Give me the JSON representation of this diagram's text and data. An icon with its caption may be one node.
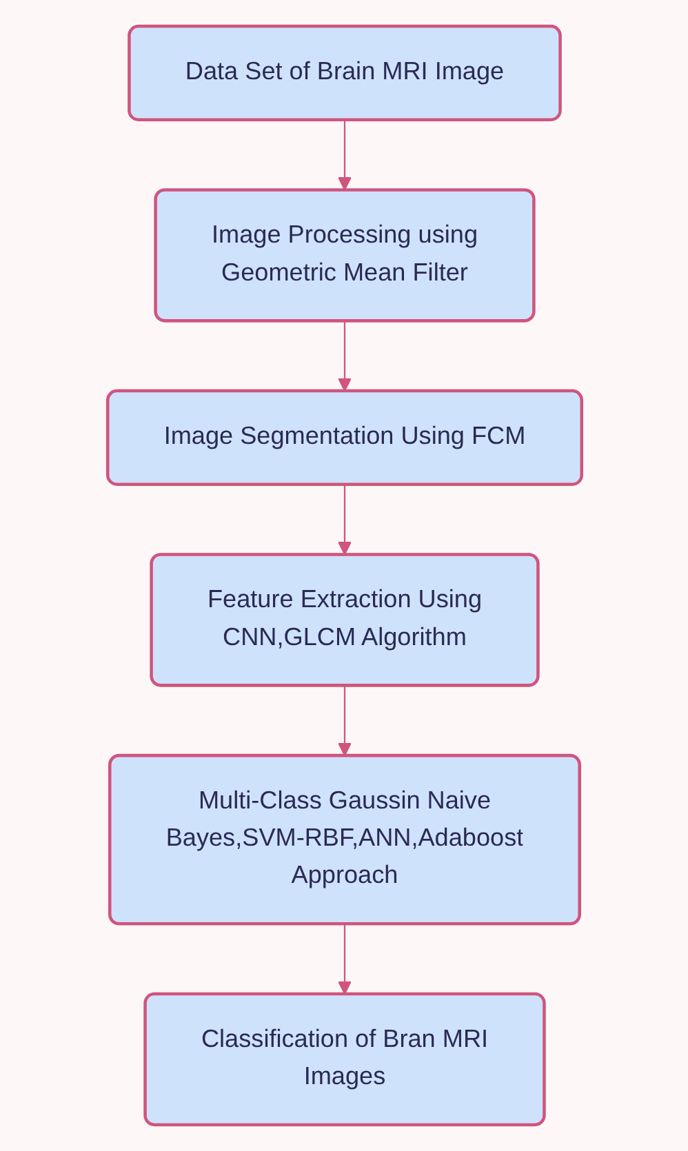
{
  "diagram": {
    "nodes": [
      {
        "text": [
          "Data Set of Brain MRI Image"
        ]
      },
      {
        "text": [
          "Image Processing using Geometric Mean Filter"
        ]
      },
      {
        "text": [
          "Image Segmentation Using FCM"
        ]
      },
      {
        "text": [
          "Feature Extraction Using CNN,GLCM Algorithm"
        ]
      },
      {
        "text": [
          "Multi-Class Gaussin Naive Bayes,SVM-RBF,ANN,Adaboost Approach"
        ]
      },
      {
        "text": [
          "Classification of Bran MRI Images"
        ]
      }
    ],
    "edges": [
      {
        "from": 0,
        "to": 1,
        "arrow": "to"
      },
      {
        "from": 1,
        "to": 2,
        "arrow": "to"
      },
      {
        "from": 2,
        "to": 3,
        "arrow": "to"
      },
      {
        "from": 3,
        "to": 4,
        "arrow": "to"
      },
      {
        "from": 4,
        "to": 5,
        "arrow": "to"
      }
    ]
  }
}
